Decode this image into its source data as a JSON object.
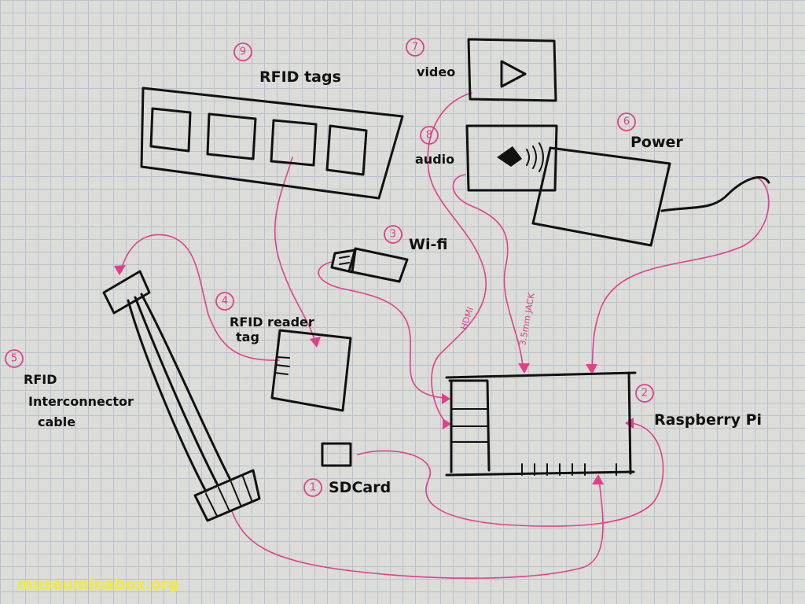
{
  "labels": {
    "rfid_tags": "RFID tags",
    "video": "video",
    "audio": "audio",
    "power": "Power",
    "wifi": "Wi-fi",
    "rfid_reader_line1": "RFID reader",
    "rfid_reader_line2": "tag",
    "rfid_cable_line1": "RFID",
    "rfid_cable_line2": "Interconnector",
    "rfid_cable_line3": "cable",
    "raspberry_pi": "Raspberry Pi",
    "sd_card": "SDCard",
    "hdmi": "HDMI",
    "jack": "3.5mm JACK"
  },
  "numbers": {
    "sd_card": "1",
    "raspberry_pi": "2",
    "wifi": "3",
    "rfid_reader": "4",
    "rfid_cable": "5",
    "power": "6",
    "video": "7",
    "audio": "8",
    "rfid_tags": "9"
  },
  "watermark": "museuminabox.org",
  "colors": {
    "ink": "#111111",
    "wire": "#e0408a",
    "paper": "#dcdcd8",
    "grid": "#b9c2cc",
    "watermark": "#f2ea3c"
  }
}
